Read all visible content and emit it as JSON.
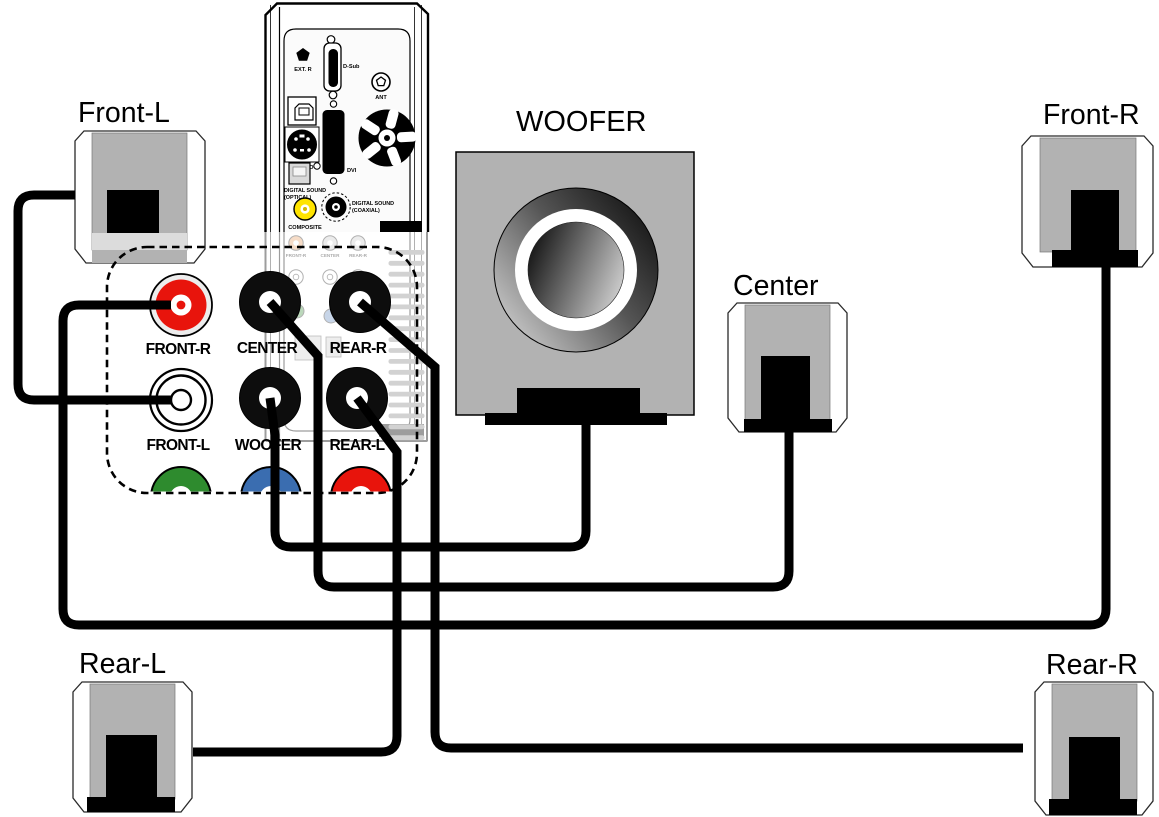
{
  "diagram": {
    "type": "5.1-speaker-connection-diagram",
    "speakers": [
      {
        "id": "front-l",
        "label": "Front-L"
      },
      {
        "id": "woofer",
        "label": "WOOFER"
      },
      {
        "id": "front-r",
        "label": "Front-R"
      },
      {
        "id": "center",
        "label": "Center"
      },
      {
        "id": "rear-l",
        "label": "Rear-L"
      },
      {
        "id": "rear-r",
        "label": "Rear-R"
      }
    ],
    "inset_jacks": [
      {
        "id": "front-r",
        "label": "FRONT-R",
        "color": "#e8140c"
      },
      {
        "id": "center",
        "label": "CENTER",
        "color": "#0d0d0d"
      },
      {
        "id": "rear-r",
        "label": "REAR-R",
        "color": "#0d0d0d"
      },
      {
        "id": "front-l",
        "label": "FRONT-L",
        "color": "#ffffff"
      },
      {
        "id": "woofer",
        "label": "WOOFER",
        "color": "#0d0d0d"
      },
      {
        "id": "rear-l",
        "label": "REAR-L",
        "color": "#0d0d0d"
      }
    ],
    "clipped_jack_colors": [
      "#2e8b2e",
      "#3a6db0",
      "#e8140c"
    ],
    "rear_panel": {
      "labels": {
        "ext_r": "EXT. R",
        "d_sub": "D-Sub",
        "ant": "ANT",
        "usb": "USB(PC)",
        "s_video": "S-VIDEO",
        "dvi": "DVI",
        "optical_1": "DIGITAL SOUND",
        "optical_2": "(OPTICAL)",
        "composite": "COMPOSITE",
        "coaxial_1": "DIGITAL SOUND",
        "coaxial_2": "(COAXIAL)"
      },
      "ghost_labels": [
        "FRONT-R",
        "CENTER",
        "REAR-R"
      ]
    },
    "connections": [
      {
        "from": "FRONT-L jack",
        "to": "Front-L speaker"
      },
      {
        "from": "FRONT-R jack",
        "to": "Front-R speaker"
      },
      {
        "from": "CENTER jack",
        "to": "Center speaker"
      },
      {
        "from": "WOOFER jack",
        "to": "WOOFER subwoofer"
      },
      {
        "from": "REAR-L jack",
        "to": "Rear-L speaker"
      },
      {
        "from": "REAR-R jack",
        "to": "Rear-R speaker"
      }
    ],
    "colors": {
      "speaker_body": "#b2b2b2",
      "cable": "#000000",
      "composite_yellow": "#ffe400",
      "jack_red": "#e8140c",
      "jack_green": "#2e8b2e",
      "jack_blue": "#3a6db0"
    }
  }
}
